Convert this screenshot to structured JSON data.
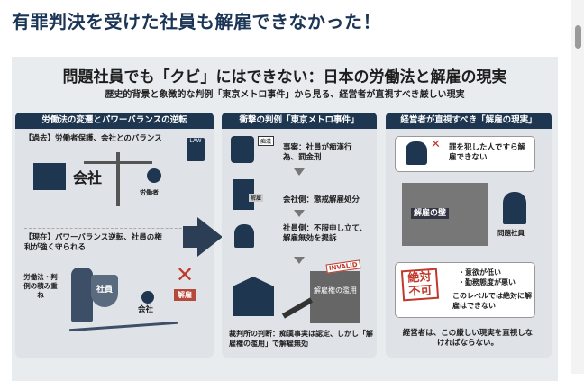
{
  "page": {
    "heading": "有罪判決を受けた社員も解雇できなかった！"
  },
  "infographic": {
    "title": "問題社員でも「クビ」にはできない：日本の労働法と解雇の現実",
    "subtitle": "歴史的背景と象徴的な判例「東京メトロ事件」から見る、経営者が直視すべき厳しい現実",
    "left": {
      "header": "労働法の変遷とパワーバランスの逆転",
      "past": "【過去】労働者保護、会社とのバランス",
      "law": "LAW",
      "company": "会社",
      "worker": "労働者",
      "present": "【現在】パワーバランス逆転、社員の権利が強く守られる",
      "stack": "労働法・判例の積み重ね",
      "shield": "社員",
      "company2": "会社",
      "dismissal": "解雇"
    },
    "middle": {
      "header": "衝撃の判例「東京メトロ事件」",
      "badge": "痴漢",
      "fact": "事案：社員が痴漢行為、罰金刑",
      "company_side": "会社側：懲戒解雇処分",
      "stamp": "解雇",
      "employee_side": "社員側：不服申し立て、解雇無効を提訴",
      "invalid": "INVALID",
      "abuse": "解雇権の濫用",
      "court": "裁判所の判断：痴漢事実は認定、しかし「解雇権の濫用」で解雇無効"
    },
    "right": {
      "header": "経営者が直視すべき「解雇の現実」",
      "crime": "罪を犯した人ですら解雇できない",
      "wall": "解雇の壁",
      "problem": "問題社員",
      "absolute": "絶対不可",
      "b1": "・意欲が低い",
      "b2": "・勤務態度が悪い",
      "level": "このレベルでは絶対に解雇はできない",
      "conclusion": "経営者は、この厳しい現実を直視しなければならない。"
    }
  }
}
